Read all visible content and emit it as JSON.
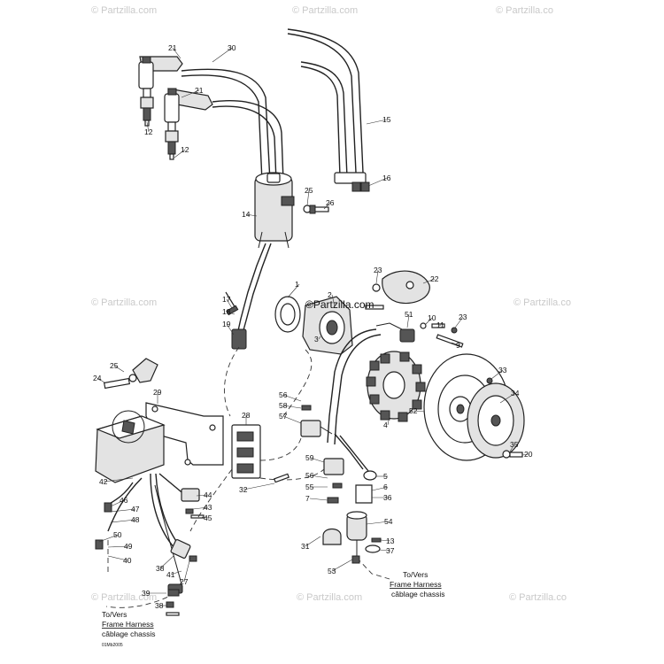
{
  "watermarks": {
    "text_com": "© Partzilla.com",
    "text_co": "© Partzilla.co",
    "center_stamp": "©Partzilla.com"
  },
  "callouts": [
    "21",
    "30",
    "12",
    "12",
    "21",
    "15",
    "16",
    "25",
    "26",
    "14",
    "23",
    "22",
    "1",
    "2",
    "3",
    "17",
    "18",
    "19",
    "51",
    "10",
    "11",
    "9",
    "23",
    "33",
    "34",
    "52",
    "4",
    "35",
    "20",
    "25",
    "24",
    "29",
    "28",
    "56",
    "58",
    "57",
    "59",
    "56",
    "55",
    "7",
    "5",
    "6",
    "36",
    "42",
    "44",
    "43",
    "45",
    "46",
    "47",
    "48",
    "50",
    "49",
    "40",
    "38",
    "41",
    "27",
    "32",
    "31",
    "53",
    "54",
    "13",
    "37",
    "39",
    "38"
  ],
  "notes": {
    "right": {
      "line1": "To/Vers",
      "line2": "Frame Harness",
      "line3": "câblage chassis"
    },
    "left": {
      "line1": "To/Vers",
      "line2": "Frame Harness",
      "line3": "câblage chassis"
    }
  },
  "drawing_code": "01Mb2005"
}
